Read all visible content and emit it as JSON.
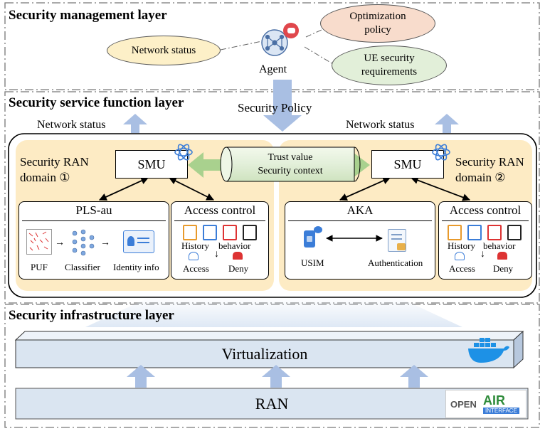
{
  "management": {
    "title": "Security management layer",
    "network_status": "Network status",
    "agent": "Agent",
    "optimization_policy": "Optimization policy",
    "ue_requirements": "UE security requirements"
  },
  "service": {
    "title": "Security service function layer",
    "security_policy": "Security Policy",
    "network_status_left": "Network status",
    "network_status_right": "Network status",
    "trust_line1": "Trust value",
    "trust_line2": "Security context",
    "domain1_line1": "Security RAN",
    "domain1_line2": "domain ①",
    "domain2_line1": "Security RAN",
    "domain2_line2": "domain ②",
    "smu_left": "SMU",
    "smu_right": "SMU",
    "pls_title": "PLS-au",
    "puf": "PUF",
    "classifier": "Classifier",
    "identity": "Identity info",
    "ac_title_left": "Access control",
    "ac_title_right": "Access control",
    "history_left": "History",
    "behavior_left": "behavior",
    "access_left": "Access",
    "deny_left": "Deny",
    "history_right": "History",
    "behavior_right": "behavior",
    "access_right": "Access",
    "deny_right": "Deny",
    "aka_title": "AKA",
    "usim": "USIM",
    "authentication": "Authentication"
  },
  "infrastructure": {
    "title": "Security infrastructure layer",
    "virtualization": "Virtualization",
    "ran": "RAN",
    "oai_logo_text": "OPEN AIR INTERFACE"
  },
  "colors": {
    "blue_arrow": "#a9bfe3",
    "green_arrow": "#a9d18e",
    "domain_fill": "#fdebc4",
    "virt_fill": "#dae5f1",
    "ellipse_yellow": "#fdf0c8",
    "ellipse_pink": "#f8dccc",
    "ellipse_green": "#e2efd9"
  }
}
